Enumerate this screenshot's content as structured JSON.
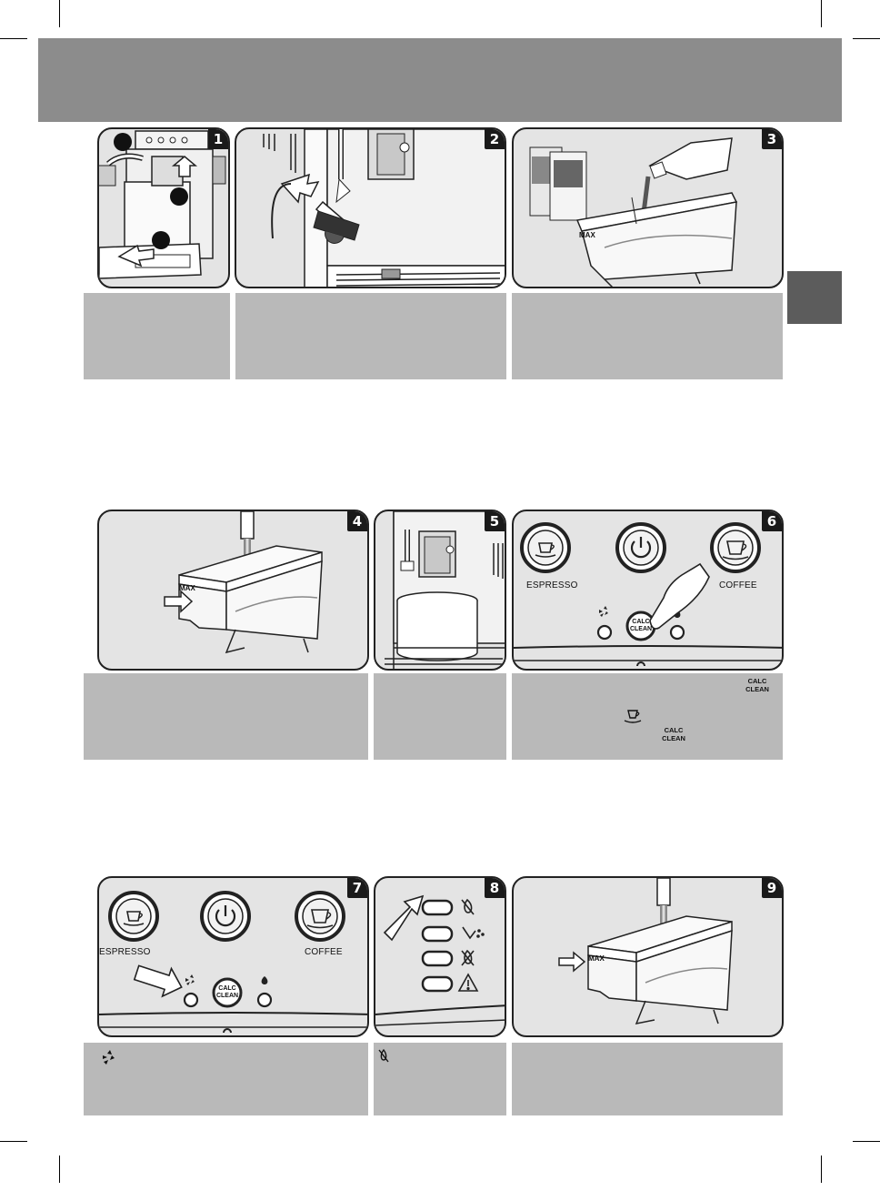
{
  "steps": [
    {
      "number": "1"
    },
    {
      "number": "2"
    },
    {
      "number": "3"
    },
    {
      "number": "4"
    },
    {
      "number": "5"
    },
    {
      "number": "6"
    },
    {
      "number": "7"
    },
    {
      "number": "8"
    },
    {
      "number": "9"
    }
  ],
  "panel6": {
    "espresso_label": "ESPRESSO",
    "coffee_label": "COFFEE",
    "calc_label_line1": "CALC",
    "calc_label_line2": "CLEAN"
  },
  "panel7": {
    "espresso_label": "ESPRESSO",
    "coffee_label": "COFFEE",
    "calc_label_line1": "CALC",
    "calc_label_line2": "CLEAN"
  },
  "tank_max_label": "MAX",
  "caption6": {
    "calc_line1": "CALC",
    "calc_line2": "CLEAN"
  },
  "icons": {
    "power": "power-icon",
    "espresso_cup": "espresso-cup-icon",
    "coffee_cup": "coffee-cup-icon",
    "descale": "descale-icon",
    "water_drop": "water-drop-icon",
    "no_coffee": "no-coffee-icon",
    "grounds": "grounds-container-icon",
    "no_water": "no-water-icon",
    "warning": "warning-icon"
  },
  "colors": {
    "header_band": "#8c8c8c",
    "side_tab": "#5c5c5c",
    "caption_box": "#b9b9b9",
    "panel_background": "#e4e4e4"
  }
}
